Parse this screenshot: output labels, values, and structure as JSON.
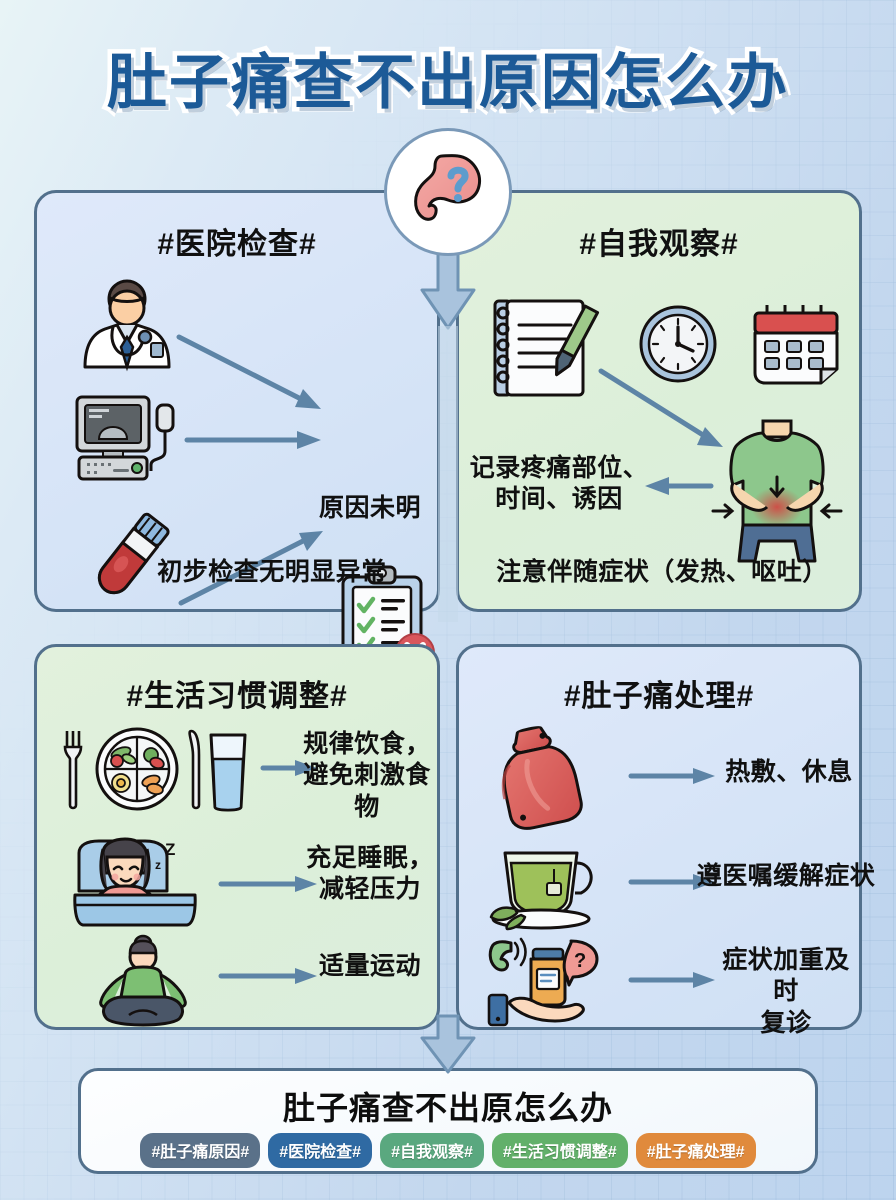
{
  "title": "肚子痛查不出原因怎么办",
  "center_badge": {
    "icon": "stomach-question-icon"
  },
  "panels": [
    {
      "id": "hospital",
      "title": "#医院检查#",
      "icons": [
        "doctor-icon",
        "ultrasound-machine-icon",
        "blood-tube-icon",
        "clipboard-x-icon"
      ],
      "result_label": "原因未明",
      "note": "初步检查无明显异常"
    },
    {
      "id": "self",
      "title": "#自我观察#",
      "icons": [
        "notebook-pen-icon",
        "clock-icon",
        "calendar-icon",
        "person-abdominal-pain-icon"
      ],
      "record_label": "记录疼痛部位、\n时间、诱因",
      "note": "注意伴随症状（发热、呕吐）"
    },
    {
      "id": "life",
      "title": "#生活习惯调整#",
      "rows": [
        {
          "icon": "plate-water-icon",
          "label": "规律饮食，\n避免刺激食物"
        },
        {
          "icon": "sleeping-person-icon",
          "label": "充足睡眠，\n减轻压力"
        },
        {
          "icon": "yoga-person-icon",
          "label": "适量运动"
        }
      ]
    },
    {
      "id": "relief",
      "title": "#肚子痛处理#",
      "rows": [
        {
          "icon": "hot-water-bottle-icon",
          "label": "热敷、休息"
        },
        {
          "icon": "tea-cup-icon",
          "label": "遵医嘱缓解症状"
        },
        {
          "icon": "phone-medicine-icon",
          "label": "症状加重及时\n复诊"
        }
      ]
    }
  ],
  "footer": {
    "title": "肚子痛查不出原怎么办",
    "tags": [
      {
        "label": "#肚子痛原因#",
        "color": "#5a7189"
      },
      {
        "label": "#医院检查#",
        "color": "#2f6aa3"
      },
      {
        "label": "#自我观察#",
        "color": "#5aa87f"
      },
      {
        "label": "#生活习惯调整#",
        "color": "#62b06a"
      },
      {
        "label": "#肚子痛处理#",
        "color": "#e08a3c"
      }
    ]
  },
  "colors": {
    "title_blue": "#1c5a97",
    "panel_border": "#52708c",
    "arrow_blue": "#5d84a6",
    "panel_blue_fill": "#dae6f7",
    "panel_green_fill": "#dff0dc",
    "background": "#cfe0f2"
  }
}
